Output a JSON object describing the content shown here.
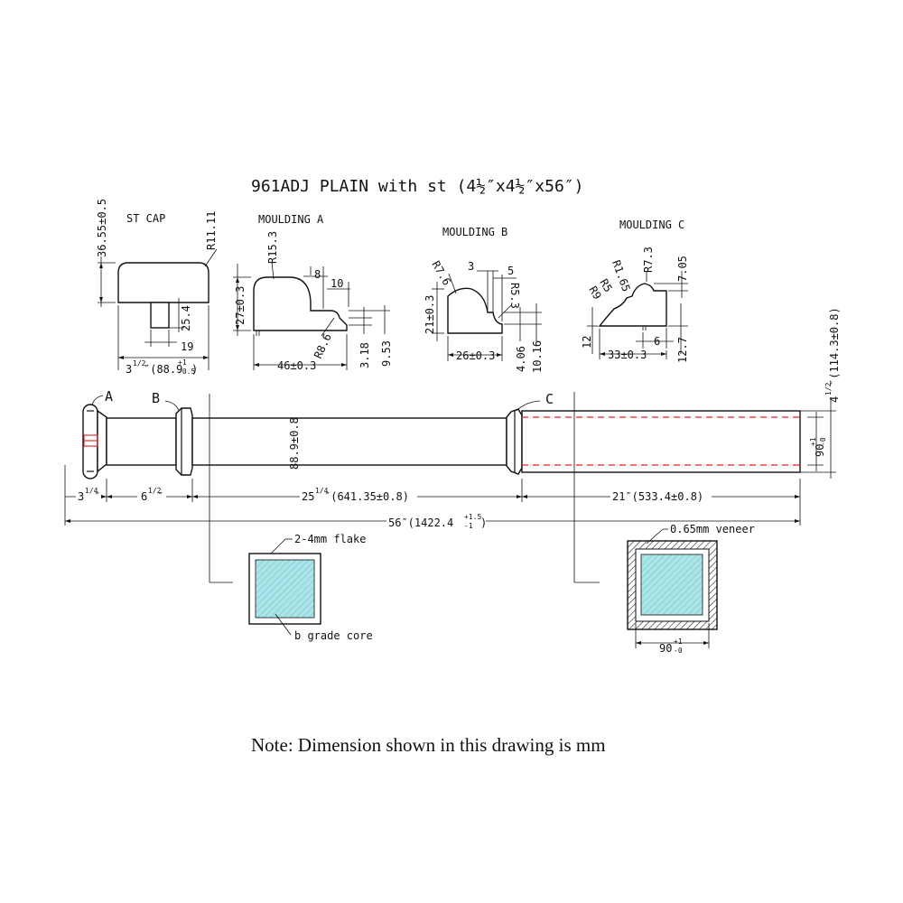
{
  "title": "961ADJ PLAIN with st (4½″x4½″x56″)",
  "note": "Note: Dimension shown in this drawing is mm",
  "colors": {
    "line": "#111111",
    "centerline": "#e02020",
    "core_fill": "#a8e6ea",
    "hatch": "#7aa5b0"
  },
  "st_cap": {
    "label": "ST CAP",
    "height": "36.55±0.5",
    "radius": "R11.11",
    "tenon_height": "25.4",
    "tenon_width": "19",
    "width_whole": "3",
    "width_frac": "1/2",
    "width_mm": "″(88.9",
    "width_tol_top": "+1",
    "width_tol_bot": "-0.5",
    "width_close": ")"
  },
  "moulding_a": {
    "label": "MOULDING A",
    "radius_top": "R15.3",
    "height": "27±0.3",
    "dim_8": "8",
    "dim_10": "10",
    "radius_bottom": "R8.6",
    "dim_318": "3.18",
    "dim_953": "9.53",
    "width": "46±0.3"
  },
  "moulding_b": {
    "label": "MOULDING B",
    "radius_top": "R7.6",
    "dim_3": "3",
    "dim_5": "5",
    "radius_right": "R5.3",
    "height": "21±0.3",
    "width": "26±0.3",
    "dim_406": "4.06",
    "dim_1016": "10.16"
  },
  "moulding_c": {
    "label": "MOULDING C",
    "radius_a": "R1.65",
    "radius_b": "R7.3",
    "radius_c": "R5",
    "radius_d": "R9",
    "dim_705": "7.05",
    "dim_12": "12",
    "dim_6": "6",
    "dim_127": "12.7",
    "width": "33±0.3"
  },
  "post": {
    "label_a": "A",
    "label_b": "B",
    "label_c": "C",
    "shaft_dia": "88.9±0.8",
    "square_whole": "4",
    "square_frac": "1/2",
    "square_mm": "″(114.3±0.8)",
    "square_side": "90",
    "square_tol_top": "+1",
    "square_tol_bot": "-0",
    "seg1_whole": "3",
    "seg1_frac": "1/4",
    "seg1_unit": "″",
    "seg2_whole": "6",
    "seg2_frac": "1/2",
    "seg2_unit": "″",
    "seg3_whole": "25",
    "seg3_frac": "1/4",
    "seg3_mm": "″(641.35±0.8)",
    "seg4": "21″(533.4±0.8)",
    "total": "56″(1422.4",
    "total_tol_top": "+1.5",
    "total_tol_bot": "-1",
    "total_close": ")"
  },
  "section_left": {
    "flake": "2-4mm flake",
    "core": "b grade core"
  },
  "section_right": {
    "veneer": "0.65mm veneer",
    "width": "90",
    "width_tol_top": "+1",
    "width_tol_bot": "-0"
  }
}
